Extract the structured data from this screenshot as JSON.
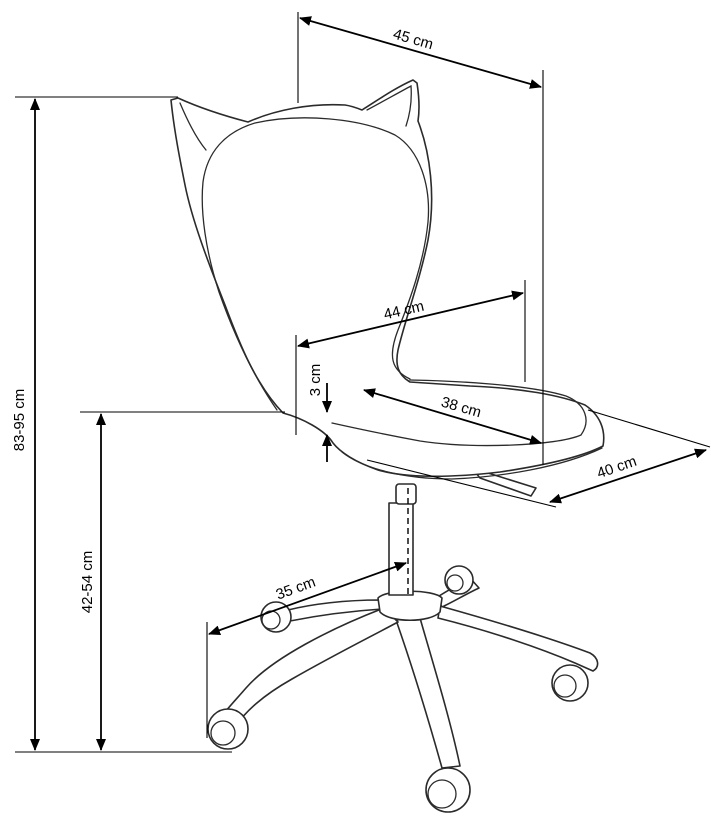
{
  "dimensions": {
    "backrest_width": "45 cm",
    "seat_width": "44 cm",
    "seat_thickness": "3 cm",
    "seat_depth": "38 cm",
    "seat_depth_total": "40 cm",
    "base_radius": "35 cm",
    "total_height": "83-95 cm",
    "seat_height": "42-54 cm"
  }
}
